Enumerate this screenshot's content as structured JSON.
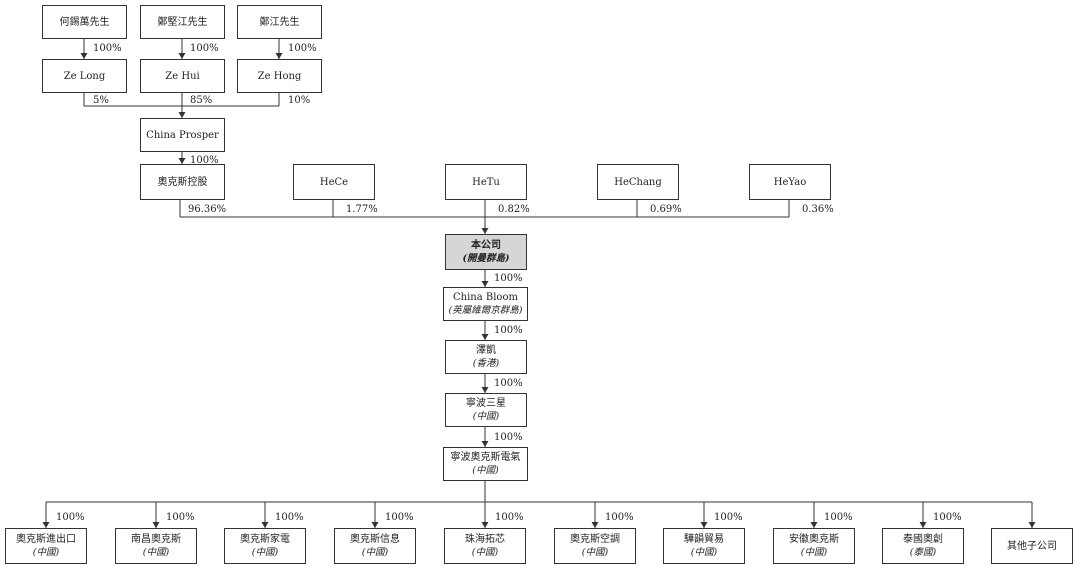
{
  "founders": [
    {
      "name": "何錫萬先生",
      "pct": "100%"
    },
    {
      "name": "鄭堅江先生",
      "pct": "100%"
    },
    {
      "name": "鄭江先生",
      "pct": "100%"
    }
  ],
  "ze_entities": [
    {
      "name": "Ze Long",
      "pct": "5%"
    },
    {
      "name": "Ze Hui",
      "pct": "85%"
    },
    {
      "name": "Ze Hong",
      "pct": "10%"
    }
  ],
  "china_prosper": {
    "name": "China Prosper",
    "pct": "100%"
  },
  "shareholders": [
    {
      "name": "奧克斯控股",
      "pct": "96.36%"
    },
    {
      "name": "HeCe",
      "pct": "1.77%"
    },
    {
      "name": "HeTu",
      "pct": "0.82%"
    },
    {
      "name": "HeChang",
      "pct": "0.69%"
    },
    {
      "name": "HeYao",
      "pct": "0.36%"
    }
  ],
  "chain": [
    {
      "name": "本公司",
      "sub": "(開曼群島)",
      "pct": "100%"
    },
    {
      "name": "China Bloom",
      "sub": "(英屬維爾京群島)",
      "pct": "100%"
    },
    {
      "name": "澤凱",
      "sub": "(香港)",
      "pct": "100%"
    },
    {
      "name": "寧波三星",
      "sub": "(中國)",
      "pct": "100%"
    },
    {
      "name": "寧波奧克斯電氣",
      "sub": "(中國)"
    }
  ],
  "subsidiaries": [
    {
      "name": "奧克斯進出口",
      "sub": "(中國)",
      "pct": "100%"
    },
    {
      "name": "南昌奧克斯",
      "sub": "(中國)",
      "pct": "100%"
    },
    {
      "name": "奧克斯家電",
      "sub": "(中國)",
      "pct": "100%"
    },
    {
      "name": "奧克斯信息",
      "sub": "(中國)",
      "pct": "100%"
    },
    {
      "name": "珠海拓芯",
      "sub": "(中國)",
      "pct": "100%"
    },
    {
      "name": "奧克斯空調",
      "sub": "(中國)",
      "pct": "100%"
    },
    {
      "name": "驊韻貿易",
      "sub": "(中國)",
      "pct": "100%"
    },
    {
      "name": "安徽奧克斯",
      "sub": "(中國)",
      "pct": "100%"
    },
    {
      "name": "泰國奧創",
      "sub": "(泰國)",
      "pct": "100%"
    },
    {
      "name": "其他子公司",
      "sub": ""
    }
  ]
}
